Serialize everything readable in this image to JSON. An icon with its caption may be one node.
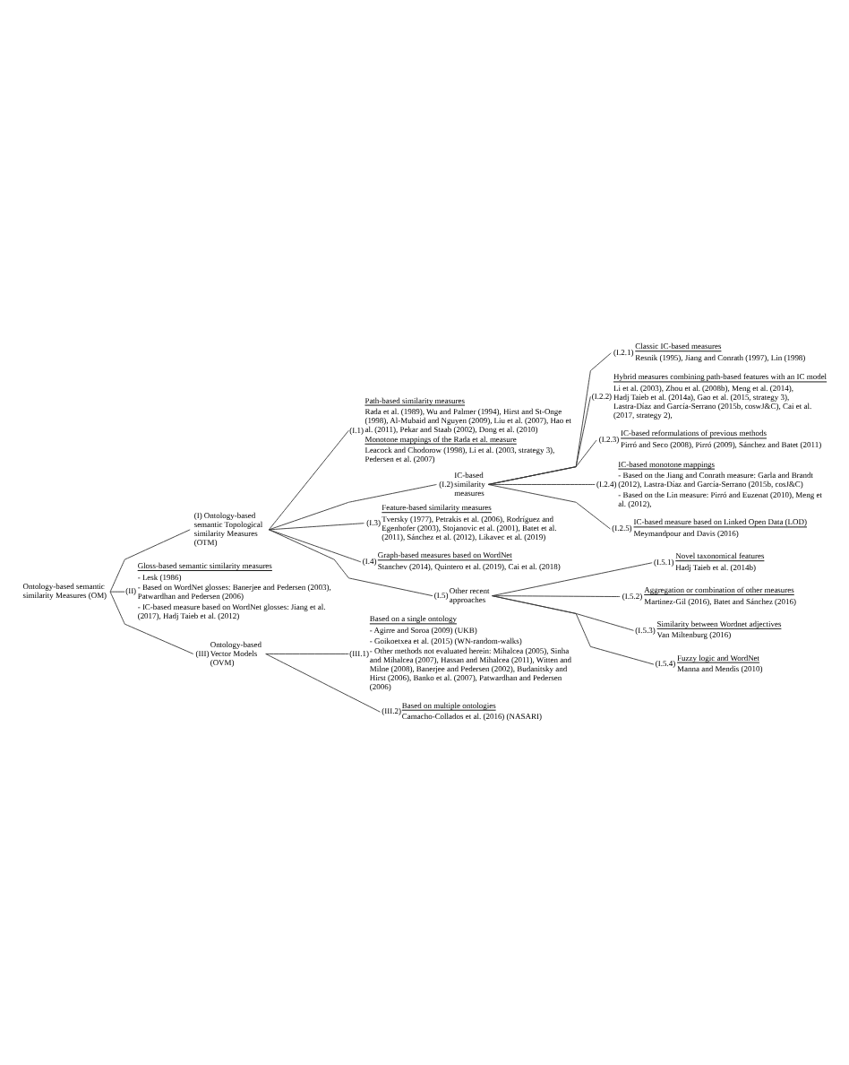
{
  "diagram": {
    "nodes": [
      {
        "text": [
          "Ontology-based semantic similarity Measures (OM)"
        ]
      },
      {
        "text": [
          "(I) Ontology-based semantic Topological similarity Measures (OTM)"
        ]
      },
      {
        "text": [
          "(I.1)",
          "Path-based similarity measures",
          "Rada et al. (1989), Wu and Palmer (1994), Hirst and St-Onge (1998), Al-Mubaid and Nguyen (2009), Liu et al. (2007), Hao et al. (2011), Pekar and Staab (2002), Dong et al. (2010)",
          "Monotone mappings of the Rada et al. measure",
          "Leacock and Chodorow (1998), Li et al. (2003, strategy 3), Pedersen et al. (2007)"
        ]
      },
      {
        "text": [
          "(I.2)",
          "IC-based similarity measures"
        ]
      },
      {
        "text": [
          "(I.2.1)",
          "Classic IC-based measures",
          "Resnik (1995), Jiang and Conrath (1997), Lin (1998)"
        ]
      },
      {
        "text": [
          "(I.2.2)",
          "Hybrid measures combining path-based features with an IC model",
          "Li et al. (2003), Zhou et al. (2008b), Meng et al. (2014), Hadj Taieb et al. (2014a), Gao et al. (2015, strategy 3), Lastra-Díaz and García-Serrano (2015b, coswJ&C), Cai et al. (2017, strategy 2),"
        ]
      },
      {
        "text": [
          "(I.2.3)",
          "IC-based reformulations of previous methods",
          "Pirró and Seco (2008), Pirró (2009), Sánchez and Batet (2011)"
        ]
      },
      {
        "text": [
          "(I.2.4)",
          "IC-based monotone mappings",
          "- Based on the Jiang and Conrath measure: Garla and Brandt (2012), Lastra-Díaz and García-Serrano (2015b, cosJ&C)",
          "- Based on the Lin measure: Pirró and Euzenat (2010), Meng et al. (2012),"
        ]
      },
      {
        "text": [
          "(I.2.5)",
          "IC-based measure based on Linked Open Data (LOD)",
          "Meymandpour and Davis (2016)"
        ]
      },
      {
        "text": [
          "(I.3)",
          "Feature-based similarity measures",
          "Tversky (1977), Petrakis et al. (2006), Rodríguez and Egenhofer (2003), Stojanovic et al. (2001), Batet et al. (2011), Sánchez et al. (2012), Likavec et al. (2019)"
        ]
      },
      {
        "text": [
          "(I.4)",
          "Graph-based measures based on WordNet",
          "Stanchev (2014), Quintero et al. (2019), Cai et al. (2018)"
        ]
      },
      {
        "text": [
          "(I.5)",
          "Other recent approaches"
        ]
      },
      {
        "text": [
          "(I.5.1)",
          "Novel taxonomical features",
          "Hadj Taieb et al. (2014b)"
        ]
      },
      {
        "text": [
          "(I.5.2)",
          "Aggregation or combination of other measures",
          "Martinez-Gil (2016), Batet and Sánchez (2016)"
        ]
      },
      {
        "text": [
          "(I.5.3)",
          "Similarity between Wordnet adjectives",
          "Van Miltenburg (2016)"
        ]
      },
      {
        "text": [
          "(I.5.4)",
          "Fuzzy logic and WordNet",
          "Manna and Mendis (2010)"
        ]
      },
      {
        "text": [
          "(II)",
          "Gloss-based semantic similarity measures",
          "- Lesk (1986)",
          "- Based on WordNet glosses: Banerjee and Pedersen (2003), Patwardhan and Pedersen (2006)",
          "- IC-based measure based on WordNet glosses: Jiang et al. (2017), Hadj Taieb et al. (2012)"
        ]
      },
      {
        "text": [
          "(III)",
          "Ontology-based Vector Models (OVM)"
        ]
      },
      {
        "text": [
          "(III.1)",
          "Based on a single ontology",
          "- Agirre and Soroa (2009) (UKB)",
          "- Goikoetxea et al. (2015) (WN-random-walks)",
          "- Other methods not evaluated herein: Mihalcea (2005), Sinha and Mihalcea (2007), Hassan and Mihalcea (2011), Witten and Milne (2008), Banerjee and Pedersen (2002), Budanitsky and Hirst (2006), Banko et al. (2007), Patwardhan and Pedersen (2006)"
        ]
      },
      {
        "text": [
          "(III.2)",
          "Based on multiple ontologies",
          "Camacho-Collados et al. (2016) (NASARI)"
        ]
      }
    ],
    "edges": [
      {
        "from": 0,
        "to": 1,
        "arrow": "none"
      },
      {
        "from": 0,
        "to": 16,
        "arrow": "none"
      },
      {
        "from": 0,
        "to": 17,
        "arrow": "none"
      },
      {
        "from": 1,
        "to": 2,
        "arrow": "none"
      },
      {
        "from": 1,
        "to": 3,
        "arrow": "none"
      },
      {
        "from": 1,
        "to": 9,
        "arrow": "none"
      },
      {
        "from": 1,
        "to": 10,
        "arrow": "none"
      },
      {
        "from": 1,
        "to": 11,
        "arrow": "none"
      },
      {
        "from": 3,
        "to": 4,
        "arrow": "none"
      },
      {
        "from": 3,
        "to": 5,
        "arrow": "none"
      },
      {
        "from": 3,
        "to": 6,
        "arrow": "none"
      },
      {
        "from": 3,
        "to": 7,
        "arrow": "none"
      },
      {
        "from": 3,
        "to": 8,
        "arrow": "none"
      },
      {
        "from": 11,
        "to": 12,
        "arrow": "none"
      },
      {
        "from": 11,
        "to": 13,
        "arrow": "none"
      },
      {
        "from": 11,
        "to": 14,
        "arrow": "none"
      },
      {
        "from": 11,
        "to": 15,
        "arrow": "none"
      },
      {
        "from": 17,
        "to": 18,
        "arrow": "none"
      },
      {
        "from": 17,
        "to": 19,
        "arrow": "none"
      }
    ]
  }
}
